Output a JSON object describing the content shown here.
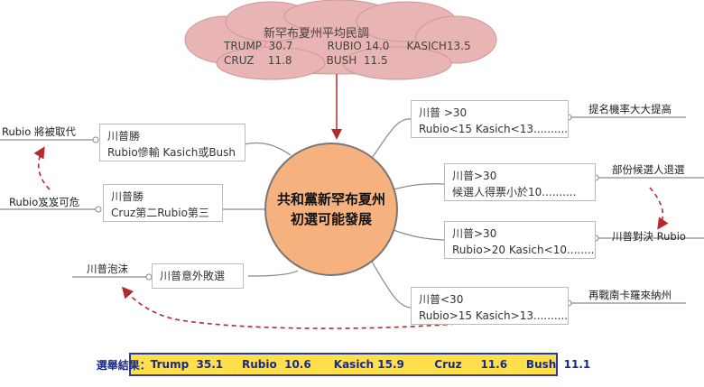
{
  "poll": {
    "title": "新罕布夏州平均民調",
    "line1": "TRUMP  30.7          RUBIO 14.0     KASICH13.5",
    "line2": "CRUZ    11.8          BUSH  11.5"
  },
  "center": {
    "line1": "共和黨新罕布夏州",
    "line2": "初選可能發展"
  },
  "scenarios_right": [
    {
      "line1": "川普 >30",
      "line2": "Rubio<15  Kasich<13..........",
      "outcome": "提名機率大大提高"
    },
    {
      "line1": "川普>30",
      "line2": "候選人得票小於10..........",
      "outcome": "部份候選人退選"
    },
    {
      "line1": "川普>30",
      "line2": "Rubio>20  Kasich<10..........",
      "outcome": "川普對決 Rubio"
    },
    {
      "line1": "川普<30",
      "line2": "Rubio>15  Kasich>13..........",
      "outcome": "再戰南卡羅來納州"
    }
  ],
  "scenarios_left": [
    {
      "line1": "川普勝",
      "line2": "Rubio慘輸 Kasich或Bush",
      "outcome": "Rubio 將被取代"
    },
    {
      "line1": "川普勝",
      "line2": "Cruz第二Rubio第三",
      "outcome": "Rubio岌岌可危"
    },
    {
      "line1": "川普意外敗選",
      "line2": "",
      "outcome": "川普泡沫"
    }
  ],
  "result": {
    "label": "選舉結果：",
    "text": "Trump  35.1     Rubio  10.6      Kasich 15.9        Cruz     11.6     Bush  11.1"
  },
  "colors": {
    "cloud": "#e8b4b4",
    "center": "#f6b27e",
    "arrow": "#b52a2a",
    "connector": "#8a8a8a",
    "result_bg": "#ffe04a",
    "result_border": "#2e3b8e"
  }
}
